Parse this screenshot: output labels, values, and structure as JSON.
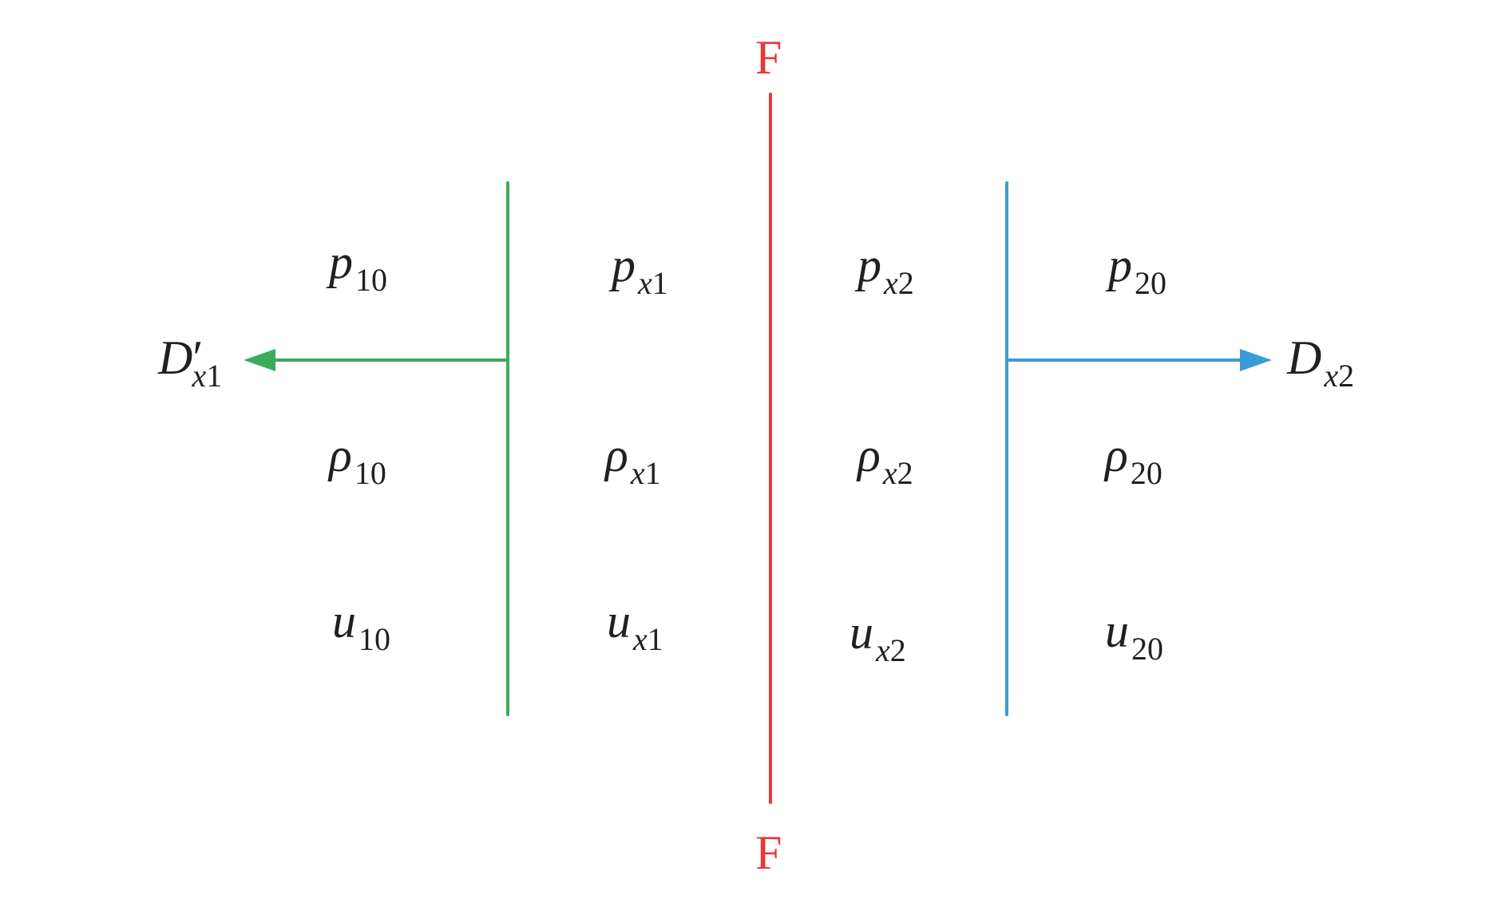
{
  "colors": {
    "front_line": "#e8383d",
    "left_wave": "#3cab5a",
    "right_wave": "#3a9bd6",
    "text": "#231f20",
    "background": "#ffffff"
  },
  "front": {
    "top_label": "F",
    "bottom_label": "F"
  },
  "waves": {
    "left": {
      "symbol": "D",
      "prime": "′",
      "sub_var": "x",
      "sub_num": "1"
    },
    "right": {
      "symbol": "D",
      "sub_var": "x",
      "sub_num": "2"
    }
  },
  "regions": {
    "far_left": [
      {
        "symbol": "p",
        "sub_var": "",
        "sub_num": "10"
      },
      {
        "symbol": "ρ",
        "sub_var": "",
        "sub_num": "10"
      },
      {
        "symbol": "u",
        "sub_var": "",
        "sub_num": "10"
      }
    ],
    "inner_left": [
      {
        "symbol": "p",
        "sub_var": "x",
        "sub_num": "1"
      },
      {
        "symbol": "ρ",
        "sub_var": "x",
        "sub_num": "1"
      },
      {
        "symbol": "u",
        "sub_var": "x",
        "sub_num": "1"
      }
    ],
    "inner_right": [
      {
        "symbol": "p",
        "sub_var": "x",
        "sub_num": "2"
      },
      {
        "symbol": "ρ",
        "sub_var": "x",
        "sub_num": "2"
      },
      {
        "symbol": "u",
        "sub_var": "x",
        "sub_num": "2"
      }
    ],
    "far_right": [
      {
        "symbol": "p",
        "sub_var": "",
        "sub_num": "20"
      },
      {
        "symbol": "ρ",
        "sub_var": "",
        "sub_num": "20"
      },
      {
        "symbol": "u",
        "sub_var": "",
        "sub_num": "20"
      }
    ]
  }
}
